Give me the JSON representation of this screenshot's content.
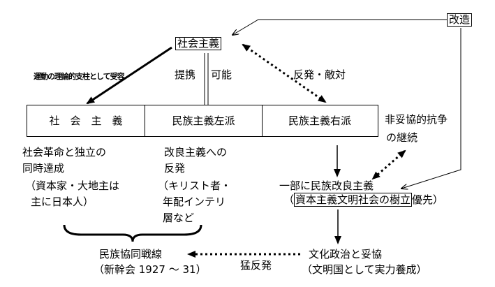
{
  "nodes": {
    "kaizou": "改造",
    "shakai_shugi": "社会主義",
    "teikei": "提携",
    "kanou": "可能",
    "left_arrow_label": "運動の理論的支柱として受容",
    "hanpatsu_tekitai": "反発・敵対",
    "row": {
      "shakai": "社　会　主　義",
      "sahao": "民族主義左派",
      "uha": "民族主義右派"
    },
    "hidakyou": [
      "非妥協的抗争",
      "の継続"
    ],
    "col1": [
      "社会革命と独立の",
      "同時達成",
      "（資本家・大地主は",
      "主に日本人）"
    ],
    "col2": [
      "改良主義への",
      "反発",
      "（キリスト者・",
      "年配インテリ",
      "層など"
    ],
    "kairyou": {
      "line1": "一部に民族改良主義",
      "open_paren": "（",
      "boxed": "資本主義文明社会の樹立",
      "rest": "優先）"
    },
    "bunka": [
      "文化政治と妥協",
      "（文明国として実力養成）"
    ],
    "minzoku": [
      "民族協同戦線",
      "（新幹会 1927 ～ 31）"
    ],
    "mouhanpatsu": "猛反発"
  }
}
